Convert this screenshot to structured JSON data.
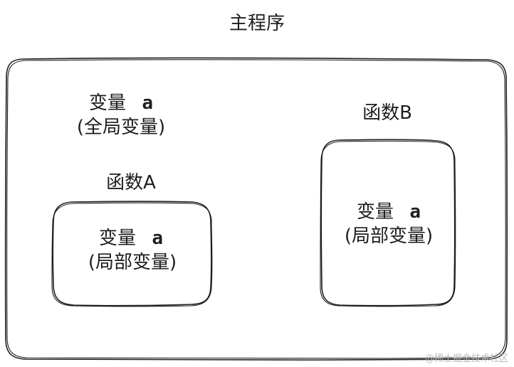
{
  "main_title": "主程序",
  "global_var": {
    "name_label": "变量",
    "name": "a",
    "scope": "(全局变量)"
  },
  "function_a": {
    "title": "函数A",
    "var_label": "变量",
    "var_name": "a",
    "scope": "(局部变量)"
  },
  "function_b": {
    "title": "函数B",
    "var_label": "变量",
    "var_name": "a",
    "scope": "(局部变量)"
  },
  "watermark": "@稀土掘金技术社区"
}
